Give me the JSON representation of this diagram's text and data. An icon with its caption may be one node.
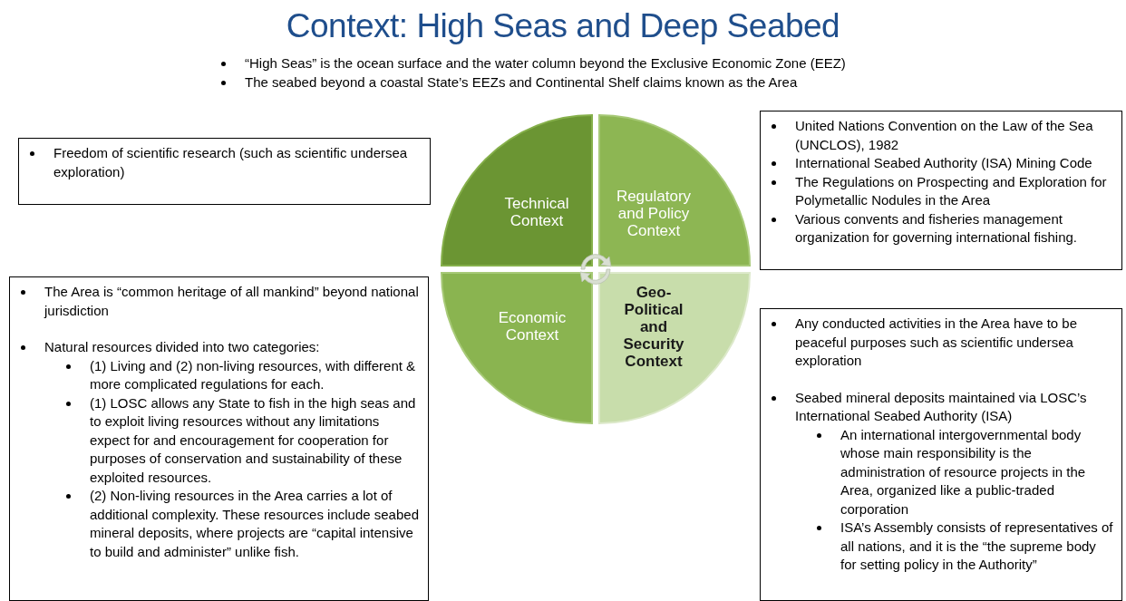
{
  "diagram": {
    "title": "Context: High Seas and Deep Seabed",
    "nodes": [
      {
        "text": [
          "Technical Context"
        ]
      },
      {
        "text": [
          "Regulatory and Policy Context"
        ]
      },
      {
        "text": [
          "Economic Context"
        ]
      },
      {
        "text": [
          "Geo-Political and Security Context"
        ]
      },
      {
        "text": [
          "Freedom of scientific research (such as scientific undersea exploration)"
        ]
      },
      {
        "text": [
          "United Nations Convention on the Law of the Sea (UNCLOS), 1982",
          "International Seabed Authority (ISA) Mining Code",
          "The Regulations on Prospecting and Exploration for Polymetallic Nodules in the Area",
          "Various convents and fisheries management organization for governing international fishing."
        ]
      },
      {
        "text": [
          "The Area is “common heritage of all mankind” beyond national jurisdiction",
          "Natural resources divided into two categories:",
          "(1) Living and (2) non-living resources, with different & more complicated regulations for each.",
          "(1) LOSC allows any State to fish in the high seas and to exploit living resources without any limitations expect for and encouragement for cooperation for purposes of conservation and sustainability of these exploited resources.",
          "(2) Non-living resources in the Area carries a lot of additional complexity. These resources include seabed mineral deposits, where projects are “capital intensive to build and administer” unlike fish."
        ]
      },
      {
        "text": [
          "Any conducted activities in the Area have to be peaceful purposes such as scientific undersea exploration",
          "Seabed mineral deposits maintained via LOSC’s International Seabed Authority (ISA)",
          "An international intergovernmental body whose main responsibility is the administration of resource projects in the Area, organized like a public-traded corporation",
          "ISA’s Assembly consists of representatives of all nations, and it is the “the supreme body for setting policy in the Authority”"
        ]
      }
    ],
    "labels": [
      "“High Seas” is the ocean surface and the water column beyond the Exclusive Economic Zone (EEZ)",
      "The seabed beyond a coastal State’s EEZs and Continental Shelf claims known as the Area"
    ]
  }
}
